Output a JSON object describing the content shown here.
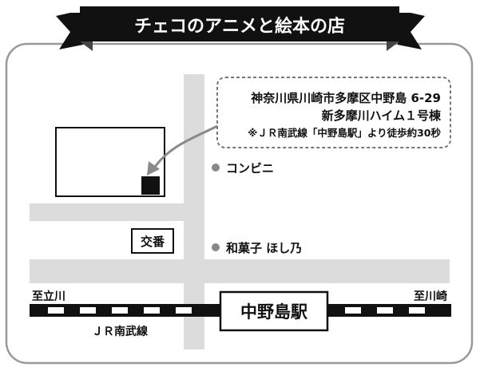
{
  "title": "チェコのアニメと絵本の店",
  "address": {
    "line1": "神奈川県川崎市多摩区中野島 6-29",
    "line2": "新多摩川ハイム１号棟",
    "line3": "※ＪＲ南武線「中野島駅」より徒歩約30秒"
  },
  "landmarks": {
    "convenience_store": "コンビニ",
    "koban": "交番",
    "sweets_shop": "和菓子 ほし乃"
  },
  "station": {
    "name": "中野島駅",
    "direction_left": "至立川",
    "direction_right": "至川崎",
    "line_name": "ＪＲ南武線"
  },
  "colors": {
    "road": "#dcdcdc",
    "ink": "#111111",
    "background": "#ffffff",
    "arrow": "#8a8a8a",
    "dot": "#888888"
  }
}
